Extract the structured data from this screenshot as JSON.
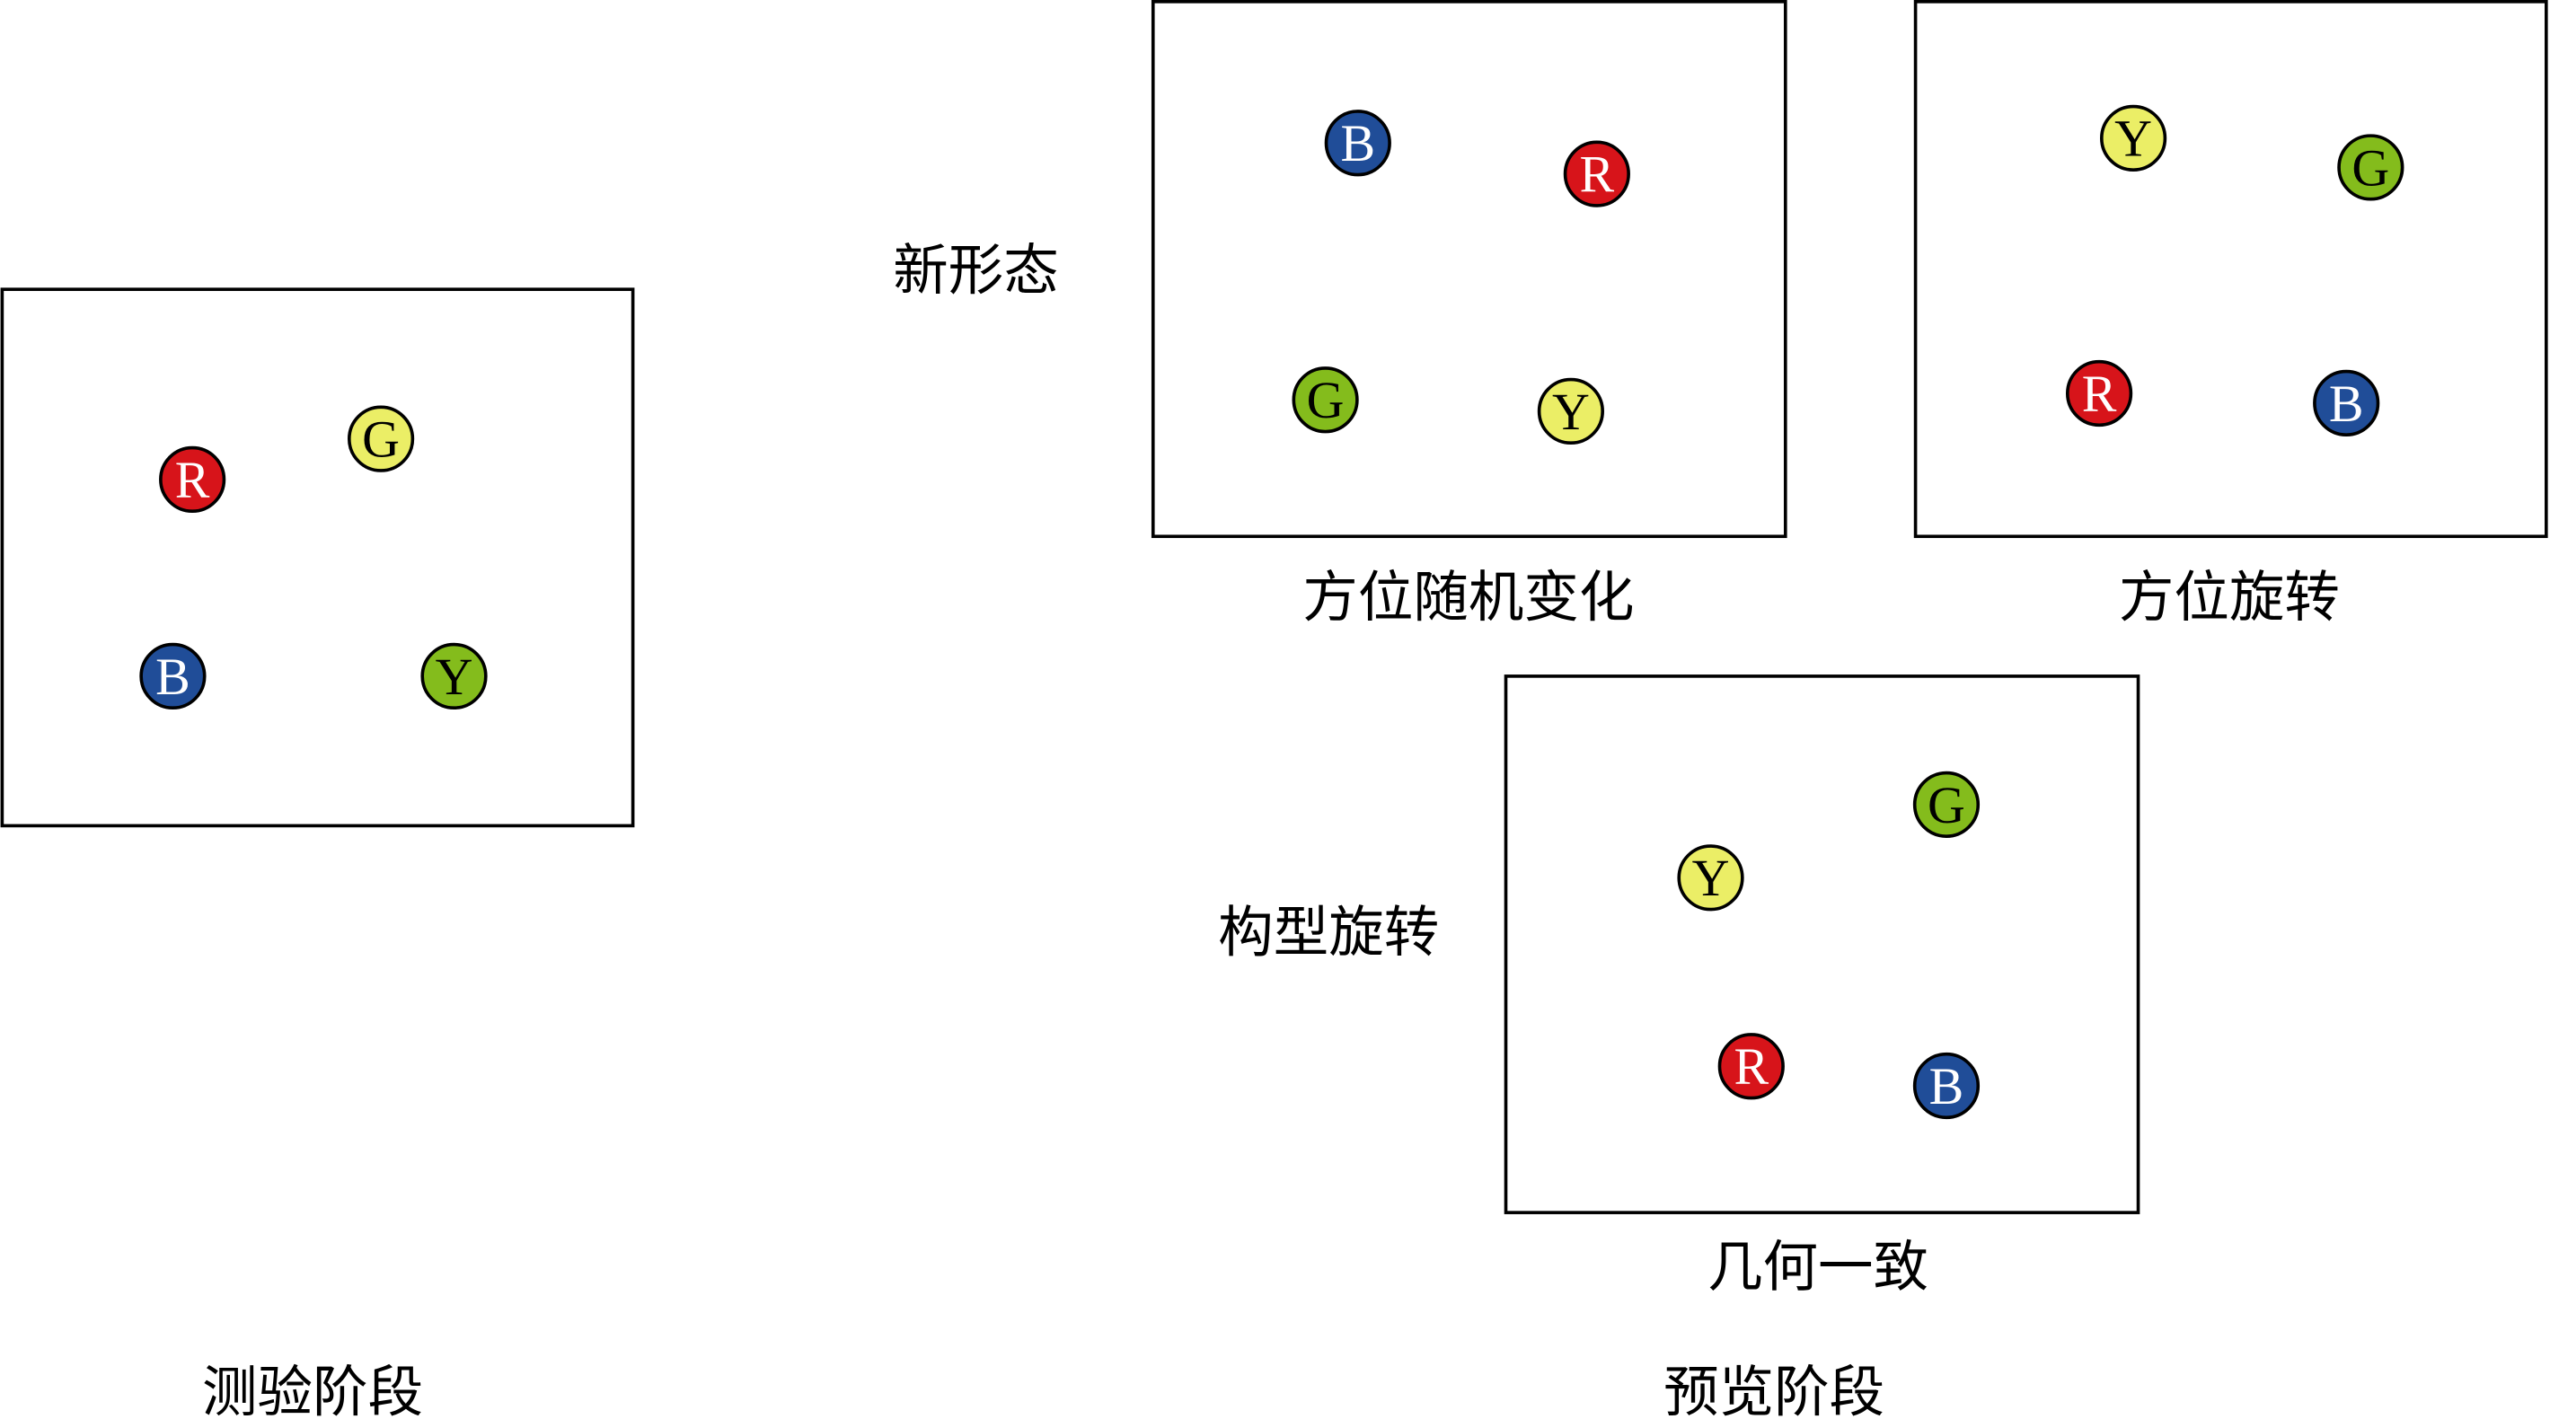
{
  "colors": {
    "R": "#d7141a",
    "Y": "#ebee66",
    "G": "#84bc1c",
    "B": "#204d98"
  },
  "text_colors": {
    "R": "#ffffff",
    "B": "#ffffff",
    "Y": "#000000",
    "G": "#000000"
  },
  "labels": {
    "new_form": "新形态",
    "random_orientation": "方位随机变化",
    "orientation_rotation": "方位旋转",
    "configuration_rotation": "构型旋转",
    "geometric_consistent": "几何一致",
    "test_phase": "测验阶段",
    "preview_phase": "预览阶段"
  },
  "panels": {
    "test": [
      {
        "letter": "R",
        "color": "R"
      },
      {
        "letter": "G",
        "color": "Y"
      },
      {
        "letter": "B",
        "color": "B"
      },
      {
        "letter": "Y",
        "color": "G"
      }
    ],
    "random": [
      {
        "letter": "B",
        "color": "B"
      },
      {
        "letter": "R",
        "color": "R"
      },
      {
        "letter": "G",
        "color": "G"
      },
      {
        "letter": "Y",
        "color": "Y"
      }
    ],
    "rotation": [
      {
        "letter": "Y",
        "color": "Y"
      },
      {
        "letter": "G",
        "color": "G"
      },
      {
        "letter": "R",
        "color": "R"
      },
      {
        "letter": "B",
        "color": "B"
      }
    ],
    "consistent": [
      {
        "letter": "G",
        "color": "G"
      },
      {
        "letter": "Y",
        "color": "Y"
      },
      {
        "letter": "R",
        "color": "R"
      },
      {
        "letter": "B",
        "color": "B"
      }
    ]
  }
}
